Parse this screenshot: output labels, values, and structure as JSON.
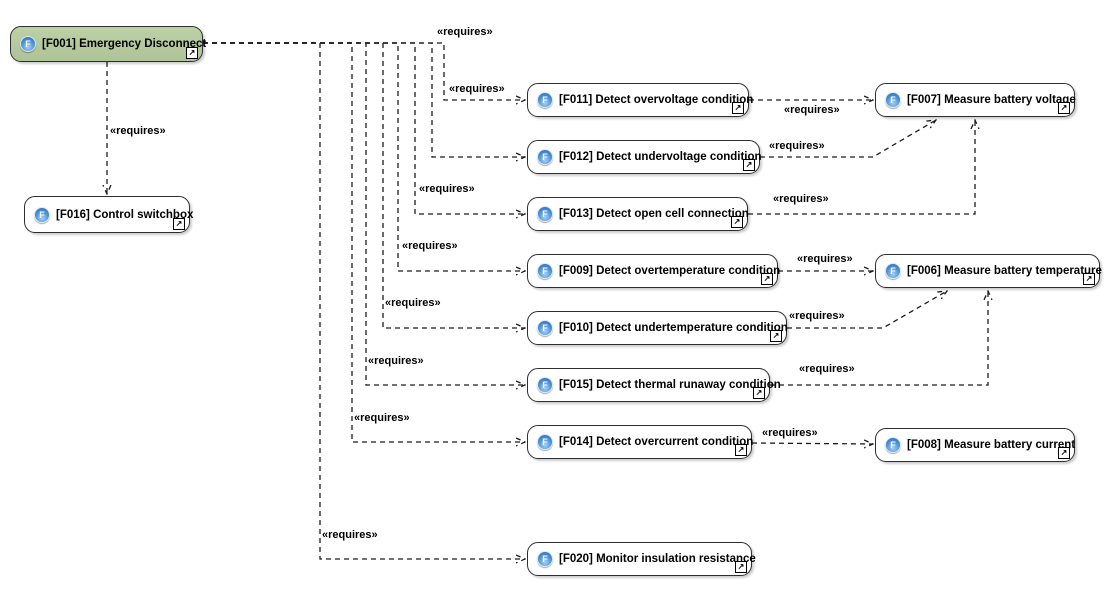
{
  "stereotype": "«requires»",
  "icons": {
    "function_letter": "F",
    "link_arrow": "↗"
  },
  "colors": {
    "highlight_fill": "#b5c79d",
    "node_fill": "#ffffff",
    "node_border": "#2e2e2e",
    "edge_line": "#1c1c1c",
    "function_icon_blue": "#3f86cf"
  },
  "nodes": {
    "f001": {
      "label": "[F001] Emergency Disconnect"
    },
    "f016": {
      "label": "[F016] Control switchbox"
    },
    "f011": {
      "label": "[F011] Detect overvoltage condition"
    },
    "f012": {
      "label": "[F012] Detect undervoltage condition"
    },
    "f013": {
      "label": "[F013] Detect open cell connection"
    },
    "f009": {
      "label": "[F009] Detect overtemperature condition"
    },
    "f010": {
      "label": "[F010] Detect undertemperature condition"
    },
    "f015": {
      "label": "[F015] Detect thermal runaway condition"
    },
    "f014": {
      "label": "[F014] Detect overcurrent condition"
    },
    "f020": {
      "label": "[F020] Monitor insulation resistance"
    },
    "f007": {
      "label": "[F007] Measure battery voltage"
    },
    "f006": {
      "label": "[F006] Measure battery temperature"
    },
    "f008": {
      "label": "[F008] Measure battery current"
    }
  },
  "edges": [
    {
      "from": "F001",
      "to": "F016",
      "stereotype": "«requires»"
    },
    {
      "from": "F001",
      "to": "F011",
      "stereotype": "«requires»"
    },
    {
      "from": "F001",
      "to": "F012",
      "stereotype": "«requires»"
    },
    {
      "from": "F001",
      "to": "F013",
      "stereotype": "«requires»"
    },
    {
      "from": "F001",
      "to": "F009",
      "stereotype": "«requires»"
    },
    {
      "from": "F001",
      "to": "F010",
      "stereotype": "«requires»"
    },
    {
      "from": "F001",
      "to": "F015",
      "stereotype": "«requires»"
    },
    {
      "from": "F001",
      "to": "F014",
      "stereotype": "«requires»"
    },
    {
      "from": "F001",
      "to": "F020",
      "stereotype": "«requires»"
    },
    {
      "from": "F011",
      "to": "F007",
      "stereotype": "«requires»"
    },
    {
      "from": "F012",
      "to": "F007",
      "stereotype": "«requires»"
    },
    {
      "from": "F013",
      "to": "F007",
      "stereotype": "«requires»"
    },
    {
      "from": "F009",
      "to": "F006",
      "stereotype": "«requires»"
    },
    {
      "from": "F010",
      "to": "F006",
      "stereotype": "«requires»"
    },
    {
      "from": "F015",
      "to": "F006",
      "stereotype": "«requires»"
    },
    {
      "from": "F014",
      "to": "F008",
      "stereotype": "«requires»"
    }
  ]
}
